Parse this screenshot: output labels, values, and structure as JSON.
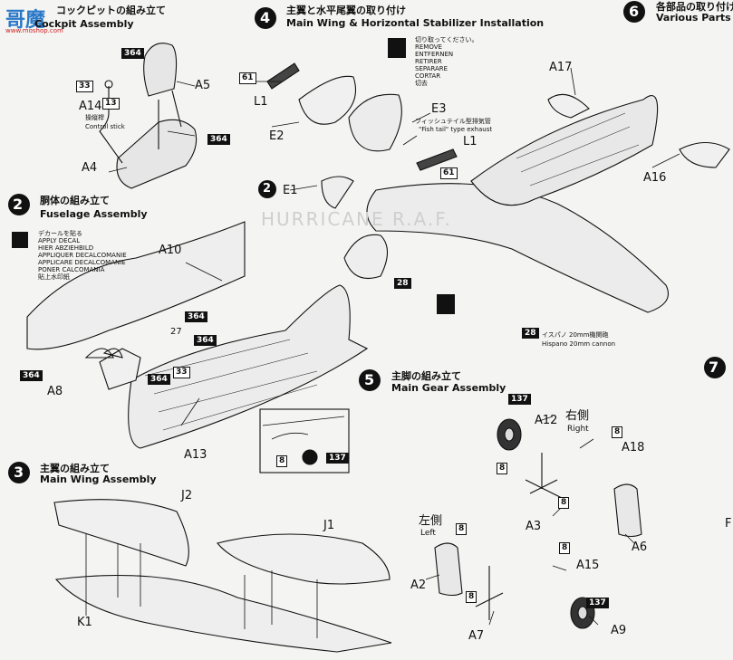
{
  "watermark": {
    "logo": "哥魔",
    "url": "www.moshop.com"
  },
  "step1": {
    "title_jp": "コックピットの組み立て",
    "title_en": "Cockpit Assembly",
    "parts": [
      "364",
      "A5",
      "33",
      "A14",
      "13",
      "364",
      "A4"
    ],
    "control_stick_jp": "操縦桿",
    "control_stick_en": "Control stick"
  },
  "step2": {
    "number": "2",
    "title_jp": "胴体の組み立て",
    "title_en": "Fuselage Assembly",
    "decal_text": "デカールを貼る\nAPPLY DECAL\nHIER ABZIEHBILD\nAPPLIQUER DECALCOMANIE\nAPPLICARE DECALCOMANIE\nPONER CALCOMANIA\n貼上水印紙",
    "parts": [
      "A10",
      "364",
      "364",
      "A8",
      "364",
      "33",
      "364",
      "A13",
      "27",
      "8",
      "137"
    ]
  },
  "step3": {
    "number": "3",
    "title_jp": "主翼の組み立て",
    "title_en": "Main Wing Assembly",
    "parts": [
      "J2",
      "J1",
      "K1"
    ]
  },
  "step4": {
    "number": "4",
    "title_jp": "主翼と水平尾翼の取り付け",
    "title_en": "Main Wing & Horizontal Stabilizer Installation",
    "remove_text": "切り取ってください。\nREMOVE\nENTFERNEN\nRETIRER\nSEPARARE\nCORTAR\n切去",
    "fishtail_jp": "フィッシュテイル型排気管",
    "fishtail_en": "\"Fish tail\" type exhaust",
    "parts": [
      "61",
      "L1",
      "E2",
      "E3",
      "L1",
      "61",
      "E1"
    ],
    "sub_step": "2",
    "cannon_jp": "イスパノ 20mm機関砲",
    "cannon_en": "Hispano 20mm cannon",
    "parts2": [
      "28",
      "28"
    ],
    "faded_bg": "HURRICANE R.A.F."
  },
  "step5": {
    "number": "5",
    "title_jp": "主脚の組み立て",
    "title_en": "Main Gear Assembly",
    "right_jp": "右側",
    "right_en": "Right",
    "left_jp": "左側",
    "left_en": "Left",
    "parts": [
      "137",
      "A12",
      "8",
      "A18",
      "8",
      "8",
      "A3",
      "A6",
      "8",
      "A2",
      "8",
      "A15",
      "8",
      "137",
      "A7",
      "A9"
    ]
  },
  "step6": {
    "number": "6",
    "title_jp": "各部品の取り付け",
    "title_en": "Various Parts Ins",
    "parts": [
      "A17",
      "A16"
    ]
  },
  "step7": {
    "number": "7",
    "partial": "F"
  },
  "colors": {
    "ink": "#111111",
    "paper": "#f4f4f2",
    "grey": "#cfcfcf"
  }
}
